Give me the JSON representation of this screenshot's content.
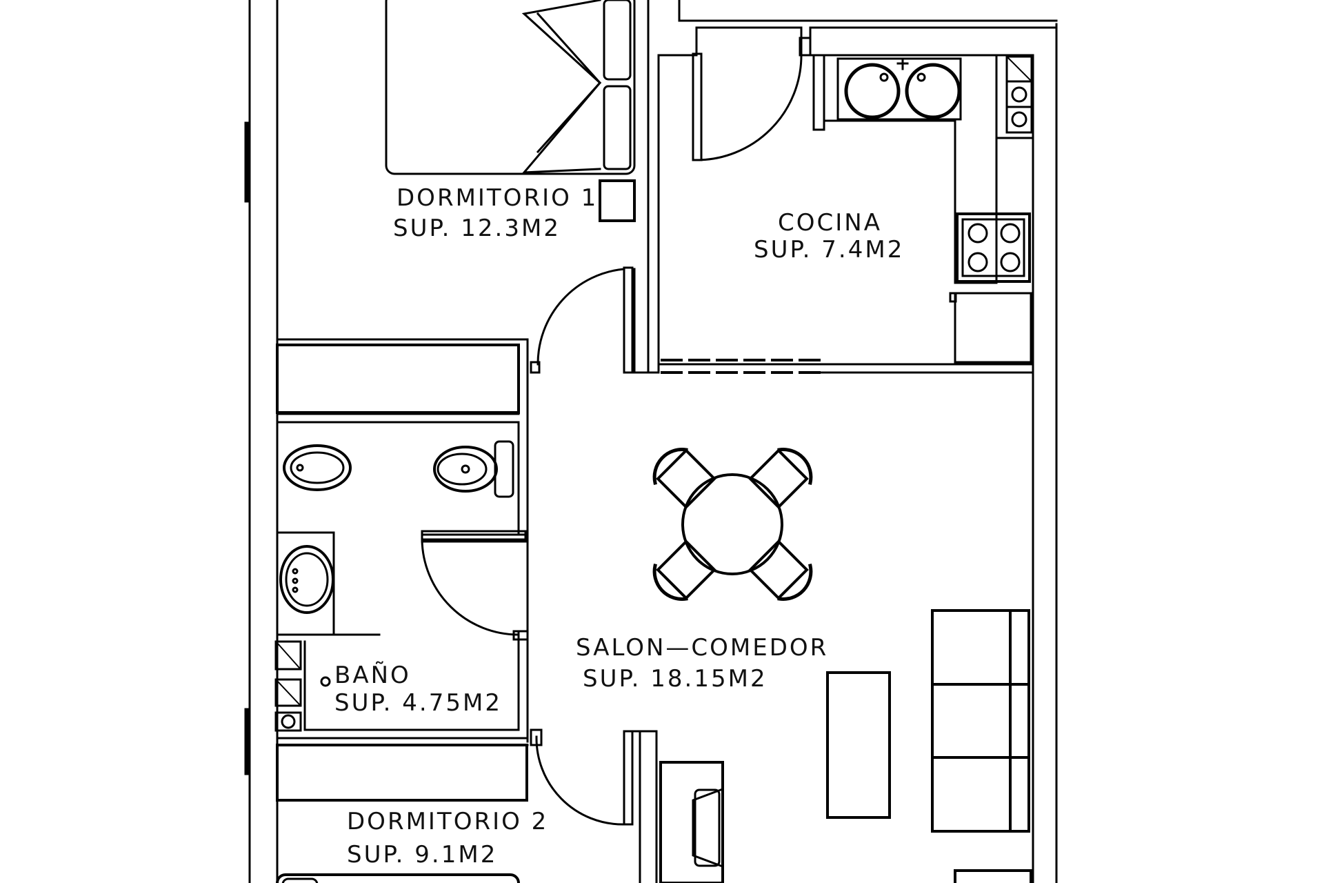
{
  "rooms": {
    "dormitorio1": {
      "name": "DORMITORIO 1",
      "area": "SUP. 12.3M2"
    },
    "cocina": {
      "name": "COCINA",
      "area": "SUP. 7.4M2"
    },
    "bano": {
      "name": "BAÑO",
      "area": "SUP. 4.75M2"
    },
    "salon": {
      "name": "SALON—COMEDOR",
      "area": "SUP. 18.15M2"
    },
    "dormitorio2": {
      "name": "DORMITORIO 2",
      "area": "SUP. 9.1M2"
    }
  },
  "colors": {
    "line": "#000000",
    "background": "#ffffff"
  }
}
